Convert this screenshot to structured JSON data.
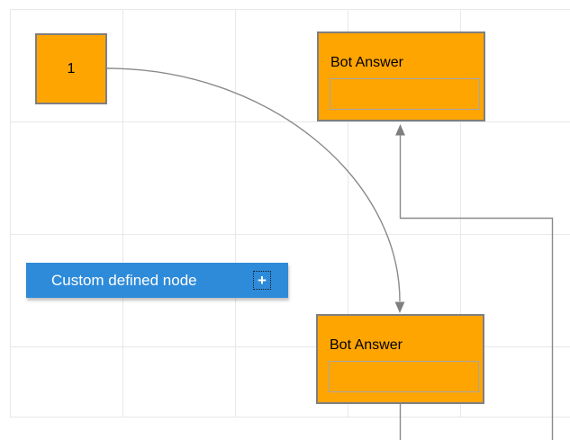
{
  "colors": {
    "orange": "#ffa502",
    "blue": "#2e8bd9",
    "node_border": "#7f7f7f",
    "input_border": "#a6a6a6",
    "grid": "#e8e8e8",
    "connector": "#8a8a8a",
    "connector_dark": "#7f7f7f",
    "text_dark": "#000000",
    "text_light": "#ffffff"
  },
  "nodes": {
    "start": {
      "label": "1"
    },
    "bot_answer_top": {
      "title": "Bot Answer",
      "input_value": "",
      "input_placeholder": ""
    },
    "bot_answer_bottom": {
      "title": "Bot Answer",
      "input_value": "",
      "input_placeholder": ""
    },
    "custom": {
      "label": "Custom defined node",
      "plus_icon": "+"
    }
  }
}
